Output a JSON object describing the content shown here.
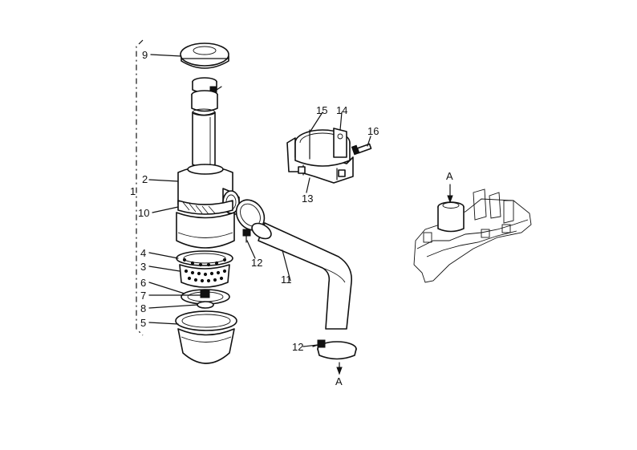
{
  "callouts": {
    "c1": "1",
    "c2": "2",
    "c3": "3",
    "c4": "4",
    "c5": "5",
    "c6": "6",
    "c7": "7",
    "c8": "8",
    "c9": "9",
    "c10": "10",
    "c11": "11",
    "c12a": "12",
    "c12b": "12",
    "c13": "13",
    "c14": "14",
    "c15": "15",
    "c16": "16",
    "ref_a_engine": "A",
    "ref_a_clamp": "A"
  },
  "colors": {
    "ink": "#111111",
    "paper": "#ffffff"
  }
}
